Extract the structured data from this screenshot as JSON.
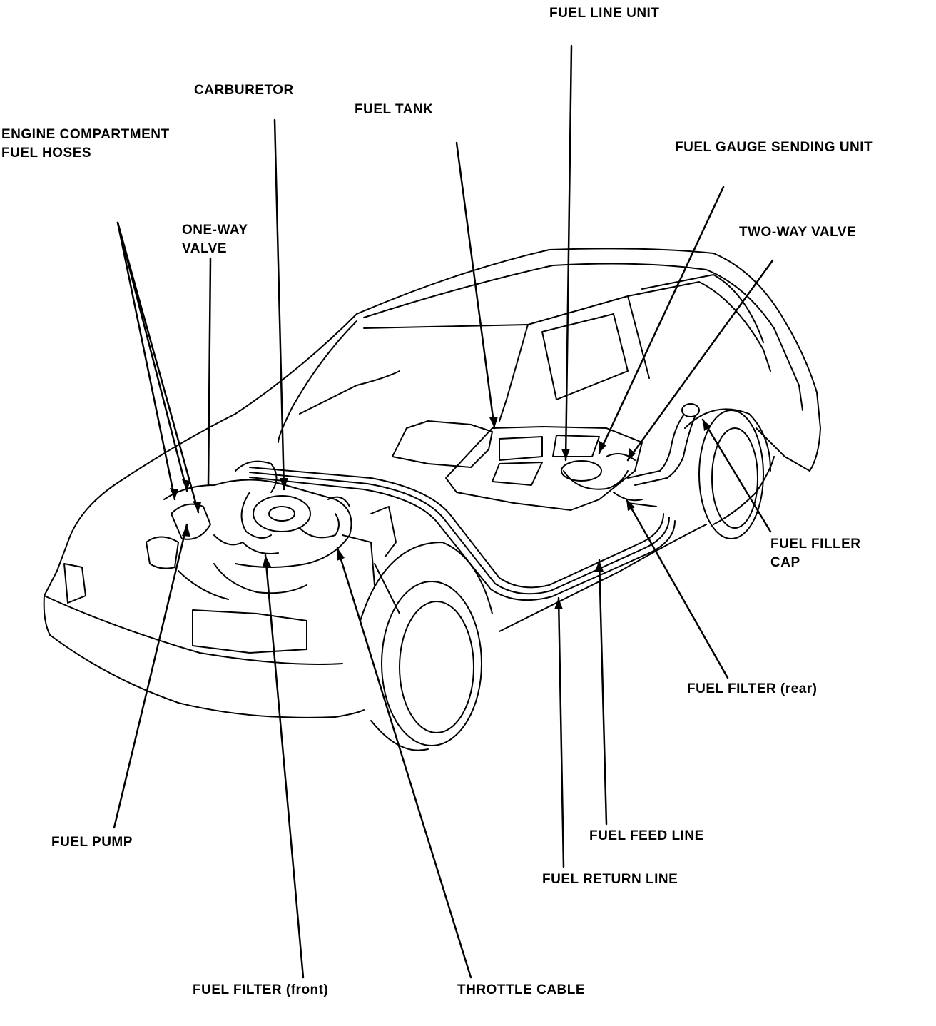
{
  "labels": {
    "fuel_line_unit": "FUEL LINE UNIT",
    "carburetor": "CARBURETOR",
    "fuel_tank": "FUEL TANK",
    "engine_hoses_line1": "ENGINE COMPARTMENT",
    "engine_hoses_line2": "FUEL HOSES",
    "fuel_gauge_sending_unit": "FUEL GAUGE SENDING UNIT",
    "one_way_valve_line1": "ONE-WAY",
    "one_way_valve_line2": "VALVE",
    "two_way_valve": "TWO-WAY VALVE",
    "fuel_filler_cap_line1": "FUEL FILLER",
    "fuel_filler_cap_line2": "CAP",
    "fuel_filter_rear": "FUEL FILTER (rear)",
    "fuel_pump": "FUEL PUMP",
    "fuel_feed_line": "FUEL FEED LINE",
    "fuel_return_line": "FUEL RETURN LINE",
    "fuel_filter_front": "FUEL FILTER (front)",
    "throttle_cable": "THROTTLE CABLE"
  },
  "colors": {
    "ink": "#000000",
    "paper": "#ffffff"
  }
}
